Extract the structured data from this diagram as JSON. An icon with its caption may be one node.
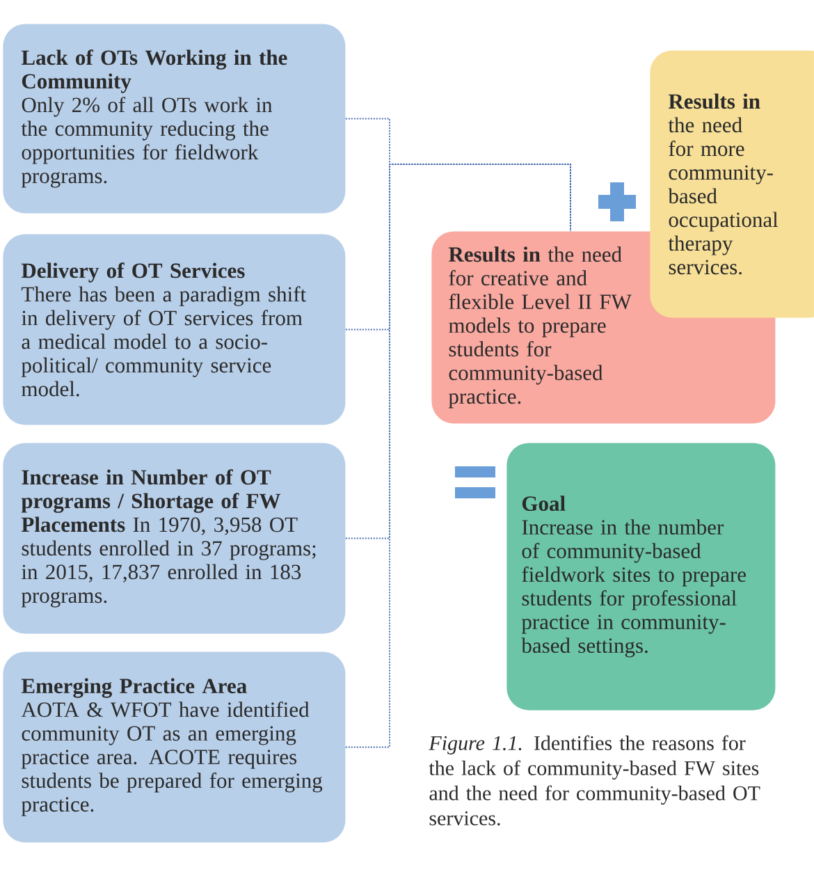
{
  "diagram": {
    "caption": "*Figure 1.1.* Identifies the reasons for the lack of community-based FW sites and the need for community-based OT services.",
    "nodes": [
      {
        "text": [
          "Lack of OTs Working in the Community",
          "Only 2% of all OTs work in the community reducing the opportunities for fieldwork programs."
        ]
      },
      {
        "text": [
          "Delivery of OT Services",
          "There has been a paradigm shift in delivery of OT services from a medical model to a socio-political/ community service model."
        ]
      },
      {
        "text": [
          "Increase in Number of OT programs / Shortage of FW Placements",
          "In 1970, 3,958 OT students enrolled in 37 programs; in 2015, 17,837 enrolled in 183 programs."
        ]
      },
      {
        "text": [
          "Emerging Practice Area",
          "AOTA & WFOT have identified community OT as an emerging practice area. ACOTE requires students be prepared for emerging practice."
        ]
      },
      {
        "text": [
          "Results in",
          "the need for more community-based occupational therapy services."
        ]
      },
      {
        "text": [
          "**Results in** the need for creative and flexible Level II FW models to prepare students for community-based practice."
        ]
      },
      {
        "text": [
          "Goal",
          "Increase in the number of community-based fieldwork sites to prepare students for professional practice in community-based settings."
        ]
      }
    ],
    "edges": [
      {
        "from": 0,
        "to": 5,
        "arrow": "none",
        "style": "dashed"
      },
      {
        "from": 1,
        "to": 5,
        "arrow": "none",
        "style": "dashed"
      },
      {
        "from": 2,
        "to": 5,
        "arrow": "none",
        "style": "dashed"
      },
      {
        "from": 3,
        "to": 5,
        "arrow": "none",
        "style": "dashed"
      }
    ]
  }
}
